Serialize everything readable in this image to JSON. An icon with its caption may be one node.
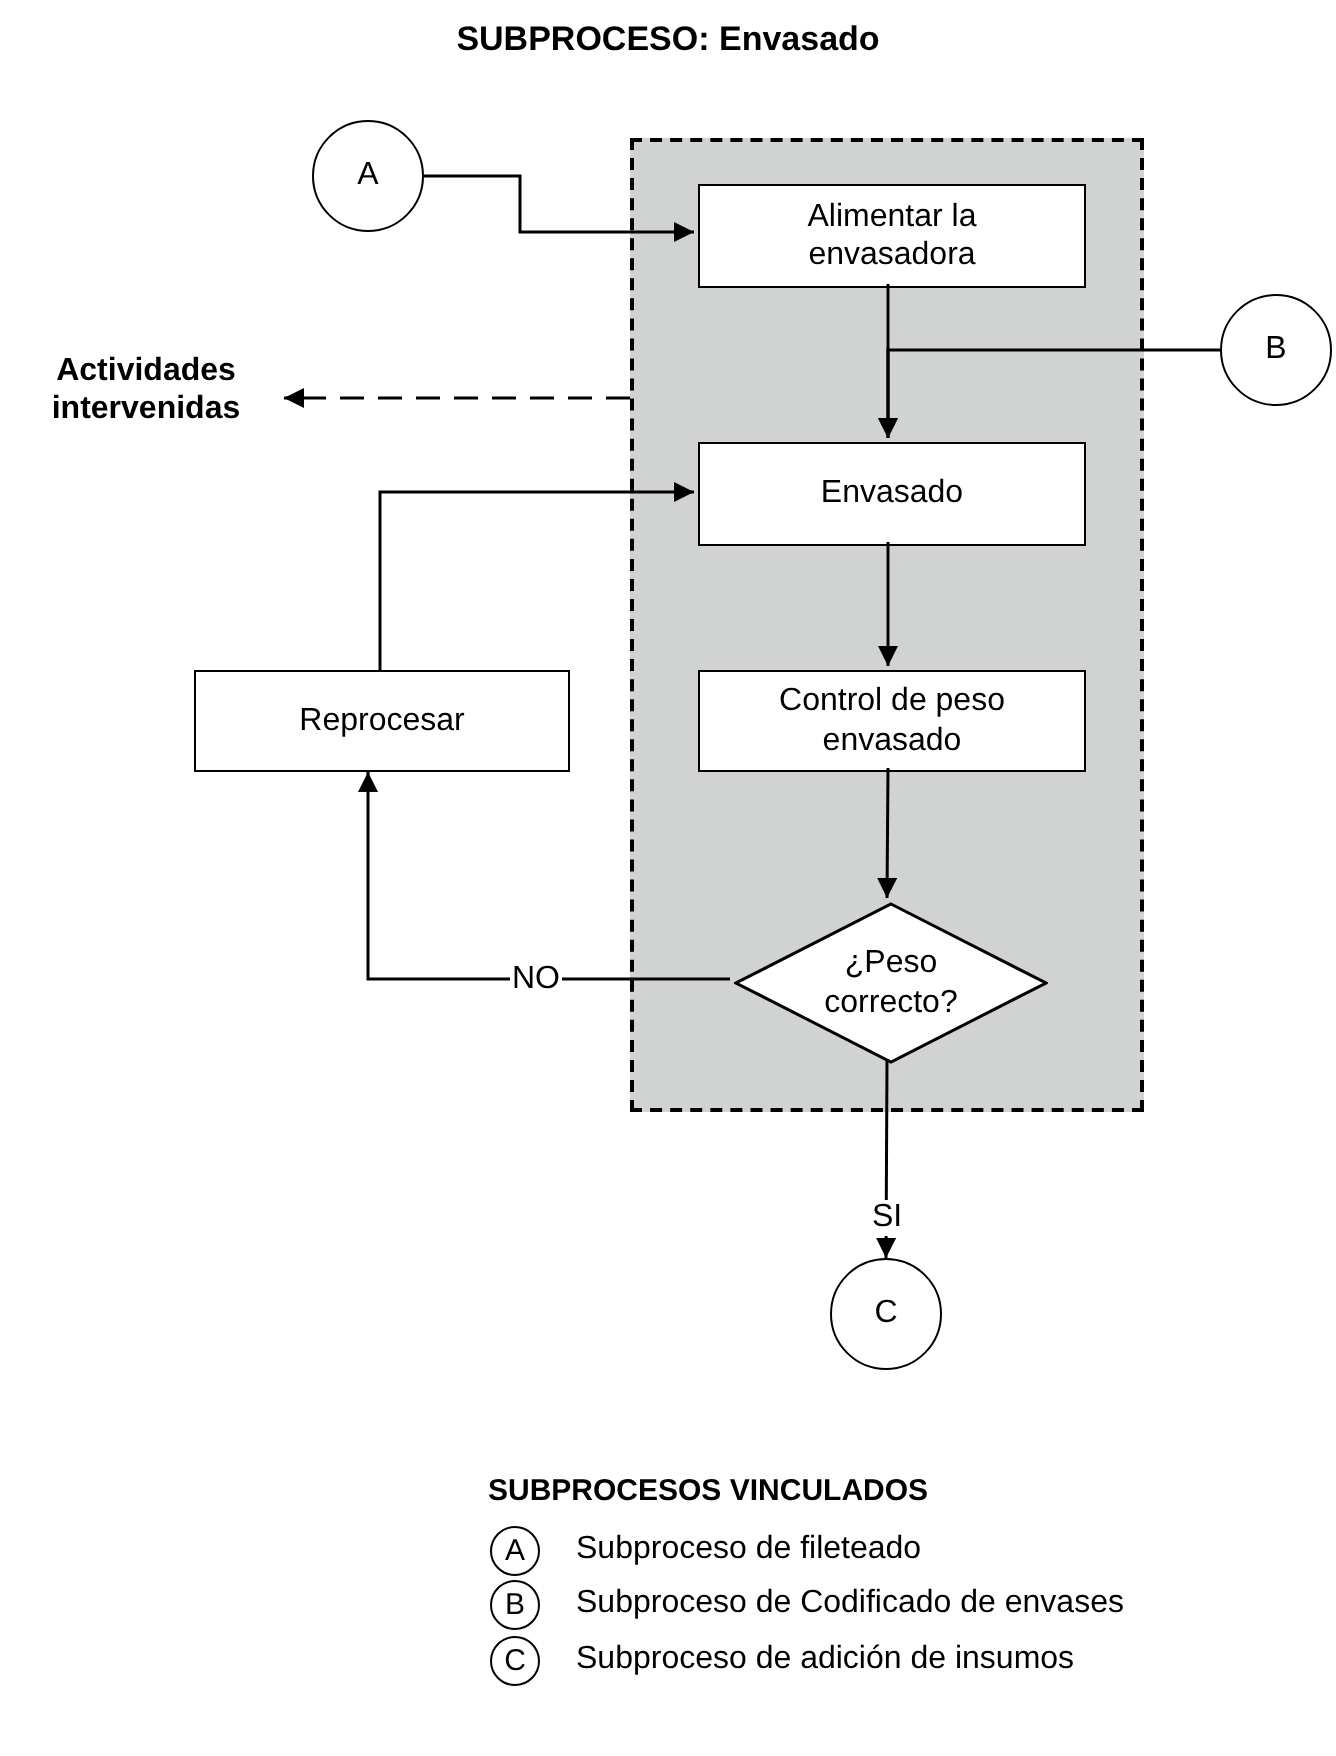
{
  "diagram": {
    "title": "SUBPROCESO: Envasado",
    "nodes": [
      {
        "text": [],
        "shape": "box"
      },
      {
        "text": [
          "A"
        ]
      },
      {
        "text": [
          "Alimentar la envasadora"
        ],
        "in": 0
      },
      {
        "text": [
          "B"
        ]
      },
      {
        "text": [
          "Actividades intervenidas"
        ]
      },
      {
        "text": [
          "Envasado"
        ],
        "in": 0
      },
      {
        "text": [
          "Reprocesar"
        ]
      },
      {
        "text": [
          "Control de peso envasado"
        ],
        "in": 0
      },
      {
        "text": [
          "¿Peso correcto?"
        ],
        "in": 0
      },
      {
        "text": [
          "C"
        ]
      },
      {
        "text": [
          "A"
        ],
        "beside": [
          "Subproceso de fileteado"
        ]
      },
      {
        "text": [
          "B"
        ],
        "beside": [
          "Subproceso de Codificado de envases"
        ]
      },
      {
        "text": [
          "C"
        ],
        "beside": [
          "Subproceso de adición de insumos"
        ]
      }
    ],
    "edges": [
      {
        "from": 1,
        "to": 2,
        "arrow": "to"
      },
      {
        "from": 3,
        "to": 5,
        "arrow": "to"
      },
      {
        "from": 2,
        "to": 5,
        "arrow": "to"
      },
      {
        "from": 0,
        "to": 4,
        "arrow": "to",
        "style": "dashed"
      },
      {
        "from": 6,
        "to": 5,
        "arrow": "to"
      },
      {
        "from": 5,
        "to": 7,
        "arrow": "to"
      },
      {
        "from": 7,
        "to": 8,
        "arrow": "to"
      },
      {
        "from": 8,
        "to": 6,
        "arrow": "to",
        "label": "NO"
      },
      {
        "from": 8,
        "to": 9,
        "arrow": "to",
        "label": "SI"
      }
    ],
    "labels": [
      "SUBPROCESOS VINCULADOS"
    ]
  }
}
